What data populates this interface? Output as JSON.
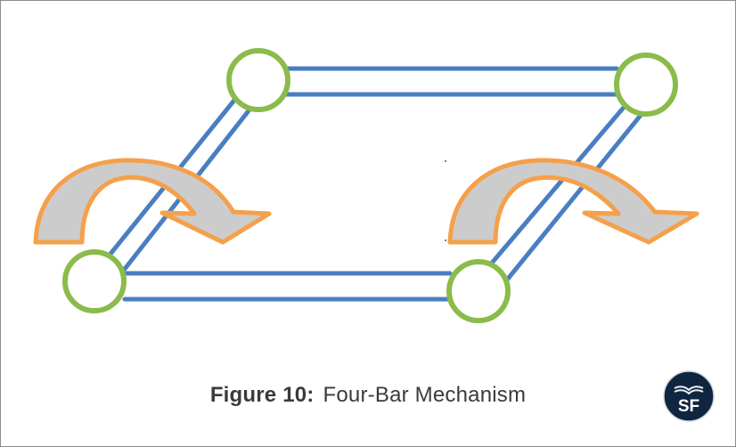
{
  "figure": {
    "label": "Figure 10:",
    "title": "Four-Bar Mechanism"
  },
  "logo": {
    "text": "SF",
    "icon": "book-icon"
  },
  "colors": {
    "link_blue": "#4a7ec3",
    "joint_green": "#8bbb4a",
    "arrow_orange": "#f5a04a",
    "arrow_fill": "#cccccc",
    "caption_text": "#3a3a3a",
    "logo_bg": "#0f2540"
  }
}
